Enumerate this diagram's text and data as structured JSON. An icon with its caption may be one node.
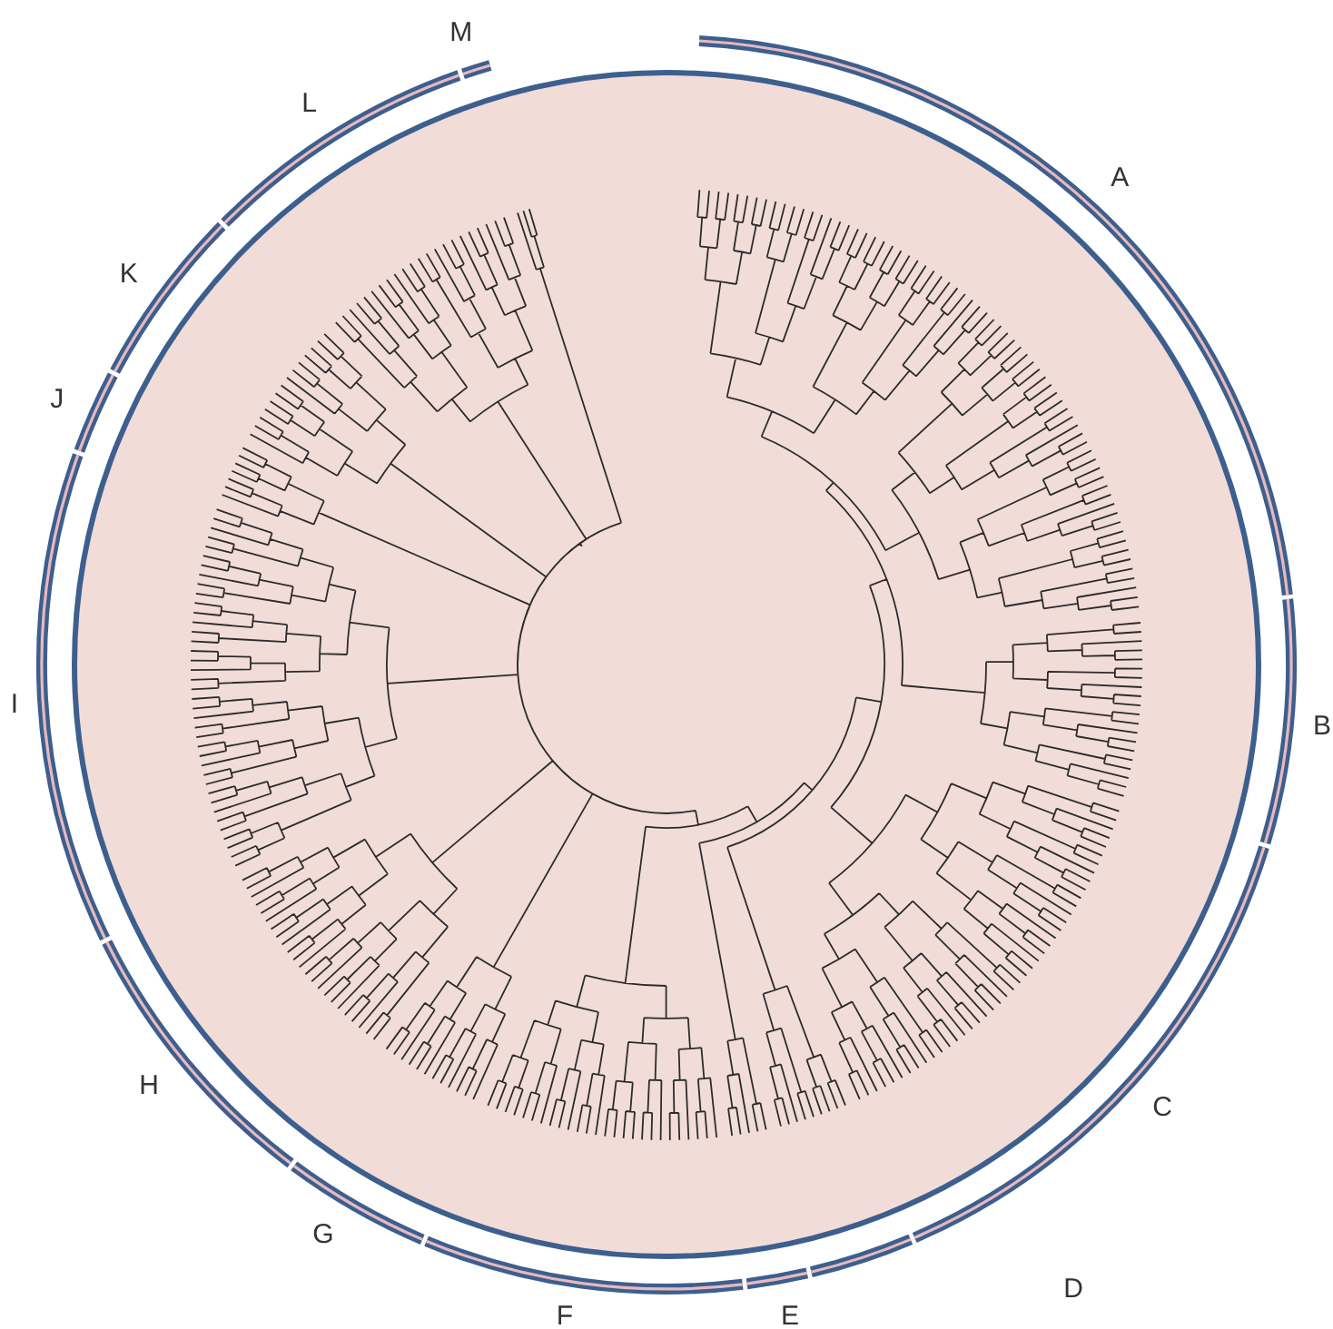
{
  "diagram": {
    "labels": [
      "A",
      "B",
      "C",
      "D",
      "E",
      "F",
      "G",
      "H",
      "I",
      "J",
      "K",
      "L",
      "M"
    ]
  }
}
